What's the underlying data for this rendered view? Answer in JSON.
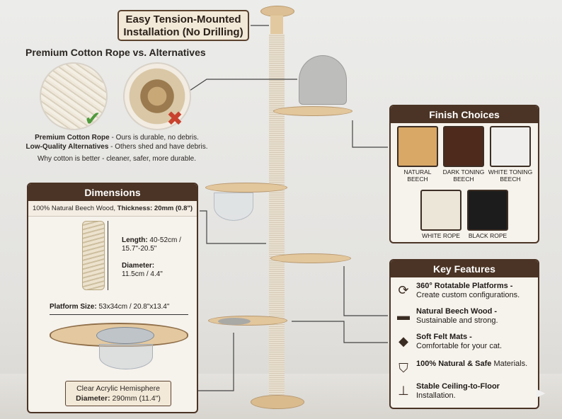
{
  "install": {
    "line1": "Easy Tension-Mounted",
    "line2": "Installation (No Drilling)"
  },
  "rope": {
    "title": "Premium Cotton Rope vs. Alternatives",
    "good_label": "Premium Cotton Rope",
    "good_desc": " - Ours is durable, no debris.",
    "bad_label": "Low-Quality Alternatives",
    "bad_desc": " - Others shed and have debris.",
    "why": "Why cotton is better - cleaner, safer, more durable.",
    "check_glyph": "✔",
    "cross_glyph": "✖"
  },
  "dimensions": {
    "title": "Dimensions",
    "material": "100% Natural Beech Wood, ",
    "thickness_label": "Thickness: 20mm (0.8\")",
    "length_label": "Length:",
    "length_value": " 40-52cm /",
    "length_value2": "15.7\"-20.5\"",
    "diameter_label": "Diameter:",
    "diameter_value": "11.5cm / 4.4\"",
    "platform_label": "Platform Size:",
    "platform_value": " 53x34cm / 20.8\"x13.4\"",
    "acrylic_line1": "Clear Acrylic Hemisphere",
    "acrylic_label": "Diameter:",
    "acrylic_value": " 290mm (11.4\")"
  },
  "finish": {
    "title": "Finish Choices",
    "swatches": [
      {
        "line1": "NATURAL",
        "line2": "BEECH",
        "color": "#d9a866"
      },
      {
        "line1": "DARK TONING",
        "line2": "BEECH",
        "color": "#4e2a1c"
      },
      {
        "line1": "WHITE TONING",
        "line2": "BEECH",
        "color": "#efeeec"
      },
      {
        "line1": "WHITE ROPE",
        "line2": "",
        "color": "#ece6d8"
      },
      {
        "line1": "BLACK ROPE",
        "line2": "",
        "color": "#1c1c1c"
      }
    ]
  },
  "features": {
    "title": "Key Features",
    "items": [
      {
        "icon": "rotate-icon",
        "glyph": "⟳",
        "bold": "360° Rotatable Platforms -",
        "rest": "Create custom configurations."
      },
      {
        "icon": "log-icon",
        "glyph": "▬",
        "bold": "Natural Beech Wood -",
        "rest": "Sustainable and strong."
      },
      {
        "icon": "mat-icon",
        "glyph": "◆",
        "bold": "Soft Felt Mats -",
        "rest": "Comfortable for your cat."
      },
      {
        "icon": "shield-leaf-icon",
        "glyph": "⛉",
        "bold": "100% Natural & Safe",
        "rest": " Materials."
      },
      {
        "icon": "tension-jack-icon",
        "glyph": "⊥",
        "bold": "Stable Ceiling-to-Floor",
        "rest": "Installation."
      }
    ]
  }
}
